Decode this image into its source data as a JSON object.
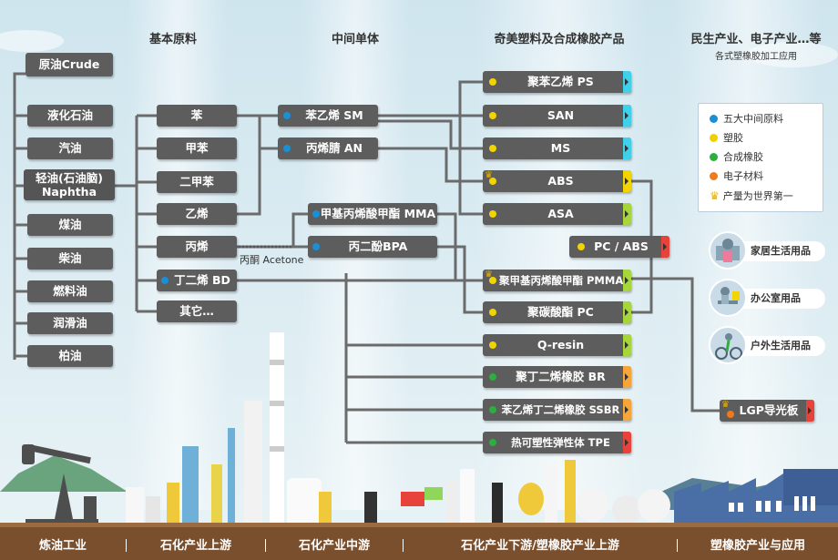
{
  "headers": {
    "raw": "基本原料",
    "mono": "中间单体",
    "products": "奇美塑料及合成橡胶产品",
    "apps": "民生产业、电子产业…等",
    "apps_sub": "各式塑橡胶加工应用"
  },
  "crude": "原油Crude",
  "refined": [
    "液化石油",
    "汽油",
    "轻油(石油脑)",
    "煤油",
    "柴油",
    "燃料油",
    "润滑油",
    "柏油"
  ],
  "naphtha_en": "Naphtha",
  "raw_materials": [
    "苯",
    "甲苯",
    "二甲苯",
    "乙烯",
    "丙烯",
    "丁二烯 BD",
    "其它…"
  ],
  "monomers": [
    "苯乙烯 SM",
    "丙烯腈 AN",
    "甲基丙烯酸甲酯 MMA",
    "丙二酚BPA"
  ],
  "acetone": "丙酮 Acetone",
  "products": [
    {
      "label": "聚苯乙烯 PS",
      "dot": "yellow",
      "tab": "cyan",
      "crown": false
    },
    {
      "label": "SAN",
      "dot": "yellow",
      "tab": "cyan",
      "crown": false
    },
    {
      "label": "MS",
      "dot": "yellow",
      "tab": "cyan",
      "crown": false
    },
    {
      "label": "ABS",
      "dot": "yellow",
      "tab": "yellow",
      "crown": true
    },
    {
      "label": "ASA",
      "dot": "yellow",
      "tab": "lime",
      "crown": false
    },
    {
      "label": "聚甲基丙烯酸甲酯 PMMA",
      "dot": "yellow",
      "tab": "lime",
      "crown": true
    },
    {
      "label": "聚碳酸酯 PC",
      "dot": "yellow",
      "tab": "lime",
      "crown": false
    },
    {
      "label": "Q-resin",
      "dot": "yellow",
      "tab": "lime",
      "crown": false
    },
    {
      "label": "聚丁二烯橡胶 BR",
      "dot": "green",
      "tab": "orange",
      "crown": false
    },
    {
      "label": "苯乙烯丁二烯橡胶 SSBR",
      "dot": "green",
      "tab": "orange",
      "crown": false
    },
    {
      "label": "热可塑性弹性体 TPE",
      "dot": "green",
      "tab": "red",
      "crown": false
    }
  ],
  "pcabs": "PC / ABS",
  "lgp": "LGP导光板",
  "legend": [
    {
      "label": "五大中间原料",
      "color": "#1a8fd6"
    },
    {
      "label": "塑胶",
      "color": "#f0d000"
    },
    {
      "label": "合成橡胶",
      "color": "#2eae3c"
    },
    {
      "label": "电子材料",
      "color": "#f07a1a"
    },
    {
      "label": "产量为世界第一",
      "icon": "crown"
    }
  ],
  "apps": [
    "家居生活用品",
    "办公室用品",
    "户外生活用品"
  ],
  "footer": [
    "炼油工业",
    "石化产业上游",
    "石化产业中游",
    "石化产业下游/塑橡胶产业上游",
    "塑橡胶产业与应用"
  ],
  "colors": {
    "cyan": "#3fd0ea",
    "yellow": "#f2d500",
    "lime": "#a6d63a",
    "orange": "#f5a53a",
    "red": "#e8433a",
    "blue": "#1a8fd6",
    "green": "#2eae3c",
    "ground": "#7a4f2d"
  }
}
